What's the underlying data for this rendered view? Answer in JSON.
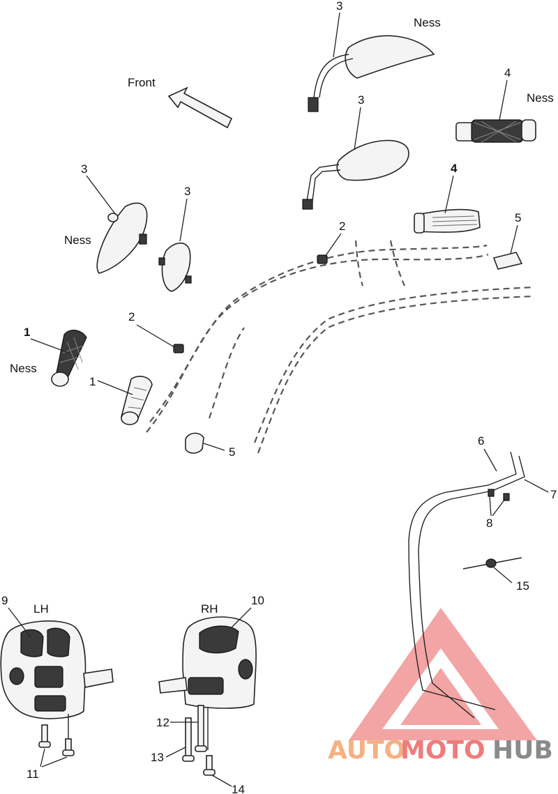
{
  "labels": {
    "front": "Front",
    "lh": "LH",
    "rh": "RH",
    "ness_mirror_top": "Ness",
    "ness_grip_right": "Ness",
    "ness_mirror_left": "Ness",
    "ness_grip_left": "Ness"
  },
  "callouts": {
    "c1a": "1",
    "c1b": "1",
    "c2a": "2",
    "c2b": "2",
    "c3a": "3",
    "c3b": "3",
    "c3c": "3",
    "c3d": "3",
    "c4a": "4",
    "c4b": "4",
    "c5a": "5",
    "c5b": "5",
    "c6": "6",
    "c7": "7",
    "c8": "8",
    "c9": "9",
    "c10": "10",
    "c11": "11",
    "c12": "12",
    "c13": "13",
    "c14": "14",
    "c15": "15"
  },
  "watermark": {
    "part1": "AUTO",
    "part2": "MOTO",
    "part3": "HUB",
    "color1": "#f5b183",
    "color2": "#ef7b7b",
    "color3": "#8a8a8a"
  }
}
